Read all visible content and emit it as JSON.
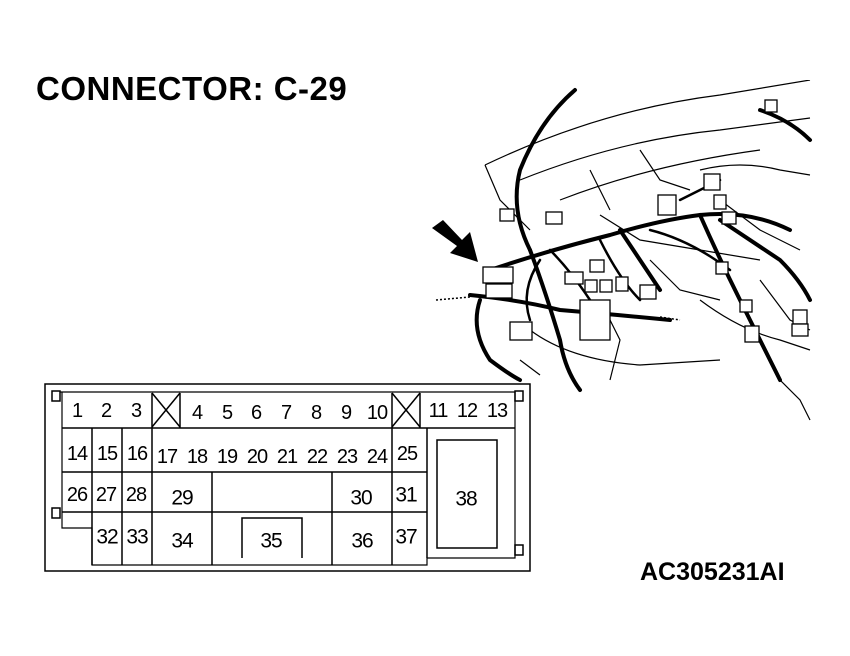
{
  "title": "CONNECTOR: C-29",
  "figure_code": "AC305231AI",
  "connector_pins": [
    "1",
    "2",
    "3",
    "4",
    "5",
    "6",
    "7",
    "8",
    "9",
    "10",
    "11",
    "12",
    "13",
    "14",
    "15",
    "16",
    "17",
    "18",
    "19",
    "20",
    "21",
    "22",
    "23",
    "24",
    "25",
    "26",
    "27",
    "28",
    "29",
    "30",
    "31",
    "32",
    "33",
    "34",
    "35",
    "36",
    "37",
    "38"
  ]
}
